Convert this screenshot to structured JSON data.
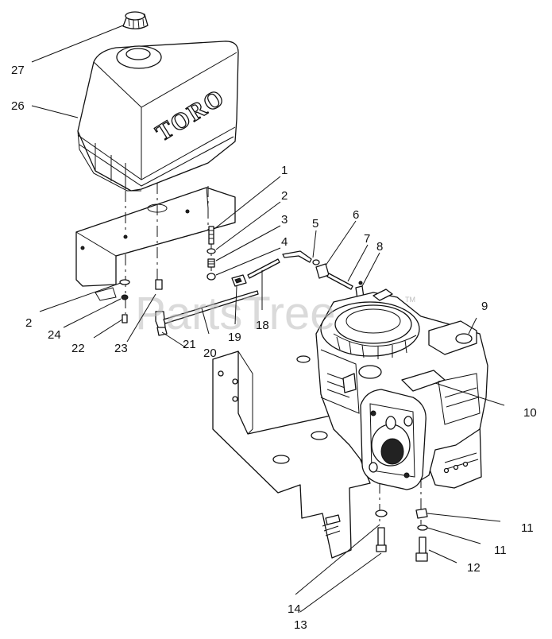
{
  "tank": {
    "brand_text": "TORO"
  },
  "watermark": {
    "text": "PartsTree",
    "tm": "TM"
  },
  "callouts": {
    "c1": "1",
    "c2a": "2",
    "c2b": "2",
    "c3": "3",
    "c4": "4",
    "c5": "5",
    "c6": "6",
    "c7": "7",
    "c8": "8",
    "c9": "9",
    "c10": "10",
    "c11a": "11",
    "c11b": "11",
    "c12": "12",
    "c13": "13",
    "c14": "14",
    "c18": "18",
    "c19": "19",
    "c20": "20",
    "c21": "21",
    "c22": "22",
    "c23": "23",
    "c24": "24",
    "c26": "26",
    "c27": "27"
  }
}
